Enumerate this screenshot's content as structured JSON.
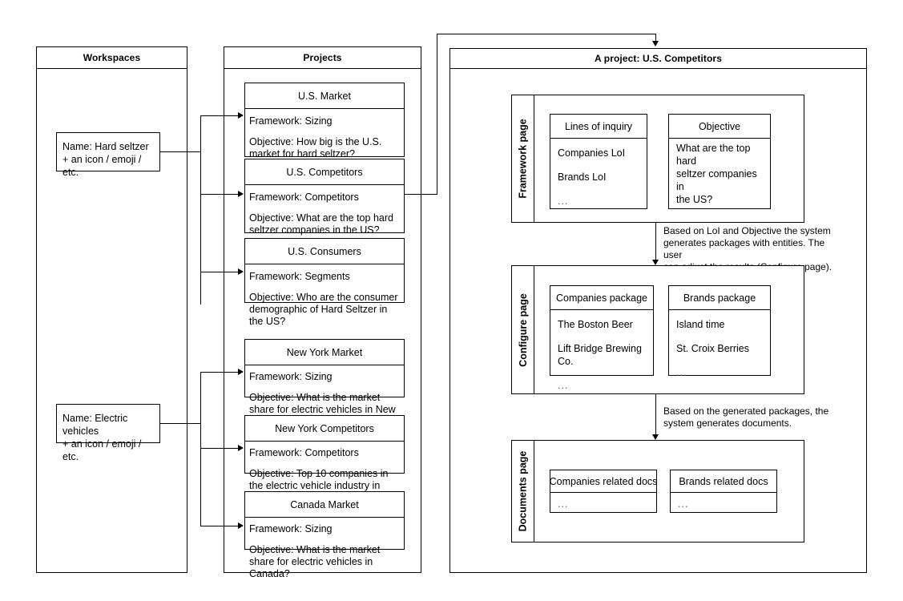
{
  "columns": {
    "workspaces": {
      "title": "Workspaces"
    },
    "projects": {
      "title": "Projects"
    },
    "project_detail": {
      "title": "A project: U.S. Competitors"
    }
  },
  "workspaces": [
    {
      "text": "Name: Hard seltzer\n+ an icon / emoji / etc."
    },
    {
      "text": "Name: Electric vehicles\n+ an icon / emoji / etc."
    }
  ],
  "projects": [
    {
      "title": "U.S. Market",
      "framework": "Framework: Sizing",
      "objective": "Objective: How big is the U.S. market for hard seltzer?"
    },
    {
      "title": "U.S. Competitors",
      "framework": "Framework: Competitors",
      "objective": "Objective: What are the top hard seltzer companies in the US?"
    },
    {
      "title": "U.S. Consumers",
      "framework": "Framework: Segments",
      "objective": "Objective: Who are the consumer demographic of Hard Seltzer in the US?"
    },
    {
      "title": "New York Market",
      "framework": "Framework: Sizing",
      "objective": "Objective: What is the market share for electric vehicles in New York?"
    },
    {
      "title": "New York Competitors",
      "framework": "Framework: Competitors",
      "objective": "Objective: Top 10 companies in the electric vehicle industry in New York."
    },
    {
      "title": "Canada Market",
      "framework": "Framework: Sizing",
      "objective": "Objective: What is the market share for electric vehicles in Canada?"
    }
  ],
  "pages": {
    "framework": {
      "label": "Framework page",
      "cards": [
        {
          "title": "Lines of inquiry",
          "items": [
            "Companies LoI",
            "Brands LoI",
            "..."
          ]
        },
        {
          "title": "Objective",
          "paragraph": "What are the top hard\nseltzer companies in\nthe US?"
        }
      ]
    },
    "configure": {
      "label": "Configure page",
      "cards": [
        {
          "title": "Companies package",
          "items": [
            "The Boston Beer",
            "Lift Bridge Brewing Co.",
            "..."
          ]
        },
        {
          "title": "Brands package",
          "items": [
            "Island time",
            "St. Croix Berries",
            "..."
          ]
        }
      ]
    },
    "documents": {
      "label": "Documents page",
      "cards": [
        {
          "title": "Companies related docs",
          "items": [
            "..."
          ]
        },
        {
          "title": "Brands related docs",
          "items": [
            "..."
          ]
        }
      ]
    }
  },
  "notes": [
    {
      "text": "Based on LoI and Objective the system\ngenerates packages with entities. The user\ncan adjust the results (Configure page)."
    },
    {
      "text": "Based on the generated packages, the\nsystem generates documents."
    }
  ],
  "colors": {
    "stroke": "#000000",
    "background": "#ffffff",
    "text": "#000000",
    "muted": "#555555"
  }
}
